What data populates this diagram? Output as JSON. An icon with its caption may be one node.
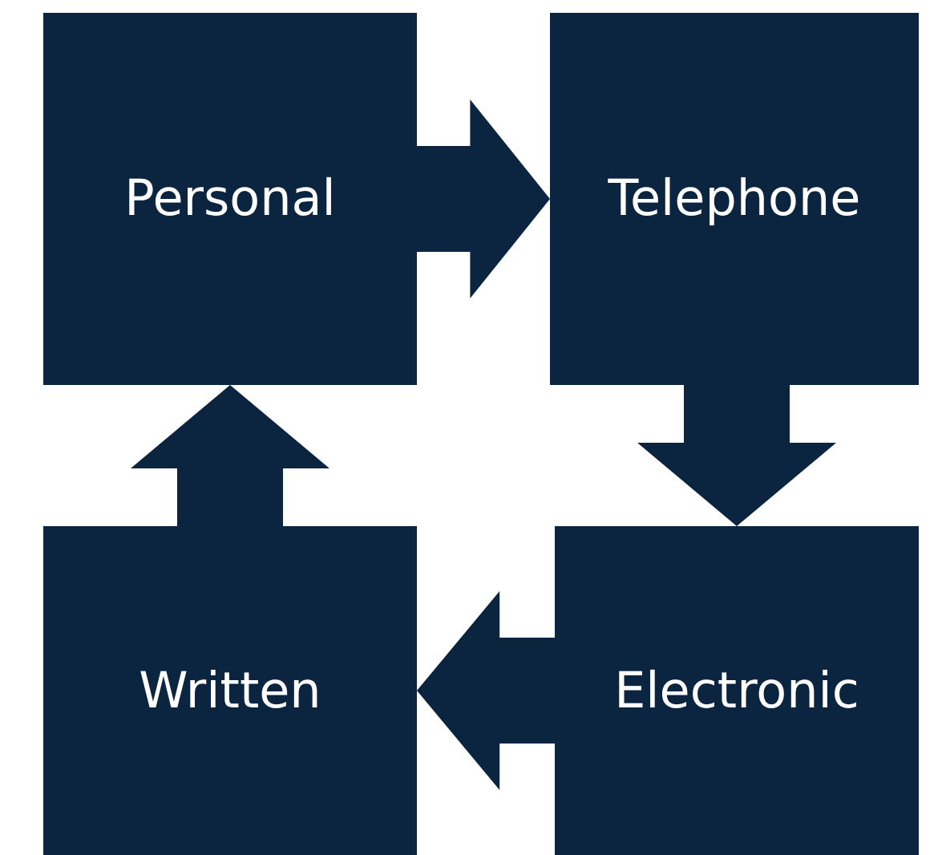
{
  "diagram": {
    "nodes": [
      {
        "text": [
          "Personal"
        ]
      },
      {
        "text": [
          "Telephone"
        ]
      },
      {
        "text": [
          "Written"
        ]
      },
      {
        "text": [
          "Electronic"
        ]
      }
    ],
    "edges": [
      {
        "from": 0,
        "to": 1,
        "arrow": "to"
      },
      {
        "from": 1,
        "to": 3,
        "arrow": "to"
      },
      {
        "from": 3,
        "to": 2,
        "arrow": "to"
      },
      {
        "from": 2,
        "to": 0,
        "arrow": "to"
      }
    ]
  }
}
